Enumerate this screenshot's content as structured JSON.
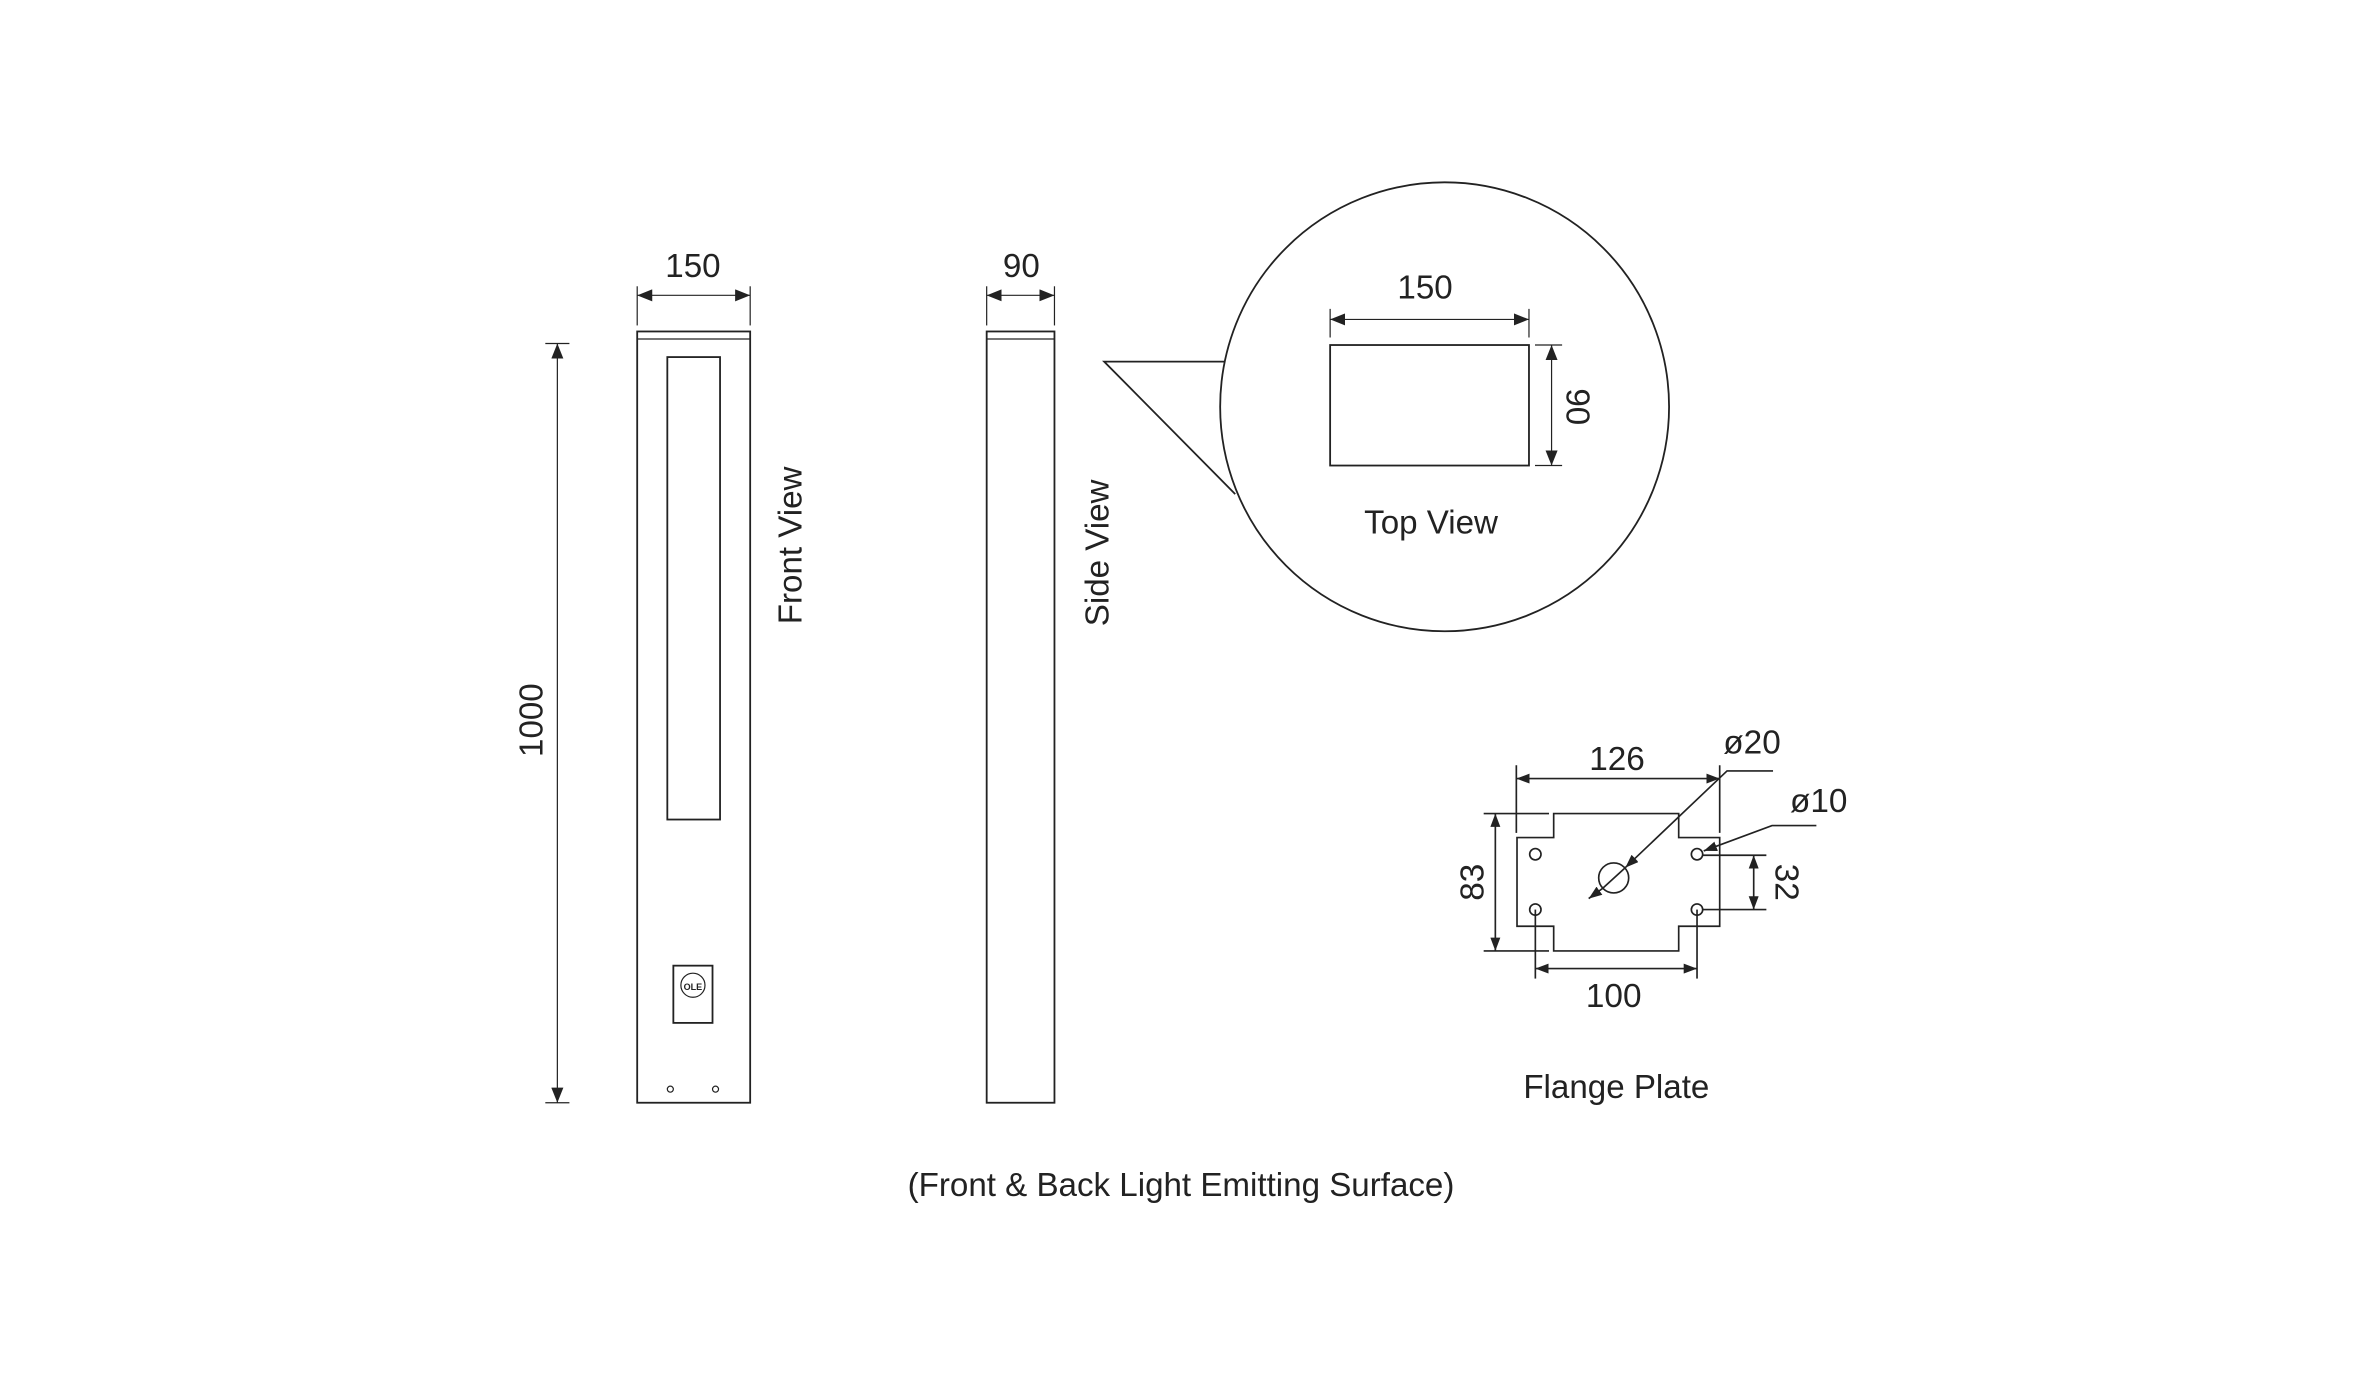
{
  "front_view": {
    "label": "Front View",
    "width_dim": "150",
    "height_dim": "1000",
    "logo_text": "OLE"
  },
  "side_view": {
    "label": "Side View",
    "width_dim": "90"
  },
  "top_view": {
    "label": "Top View",
    "width_dim": "150",
    "depth_dim": "90"
  },
  "flange_plate": {
    "label": "Flange Plate",
    "width_dim": "126",
    "height_dim": "83",
    "hole_spacing_x": "100",
    "hole_spacing_y": "32",
    "center_hole": "ø20",
    "corner_hole": "ø10"
  },
  "caption": "(Front & Back Light Emitting Surface)"
}
